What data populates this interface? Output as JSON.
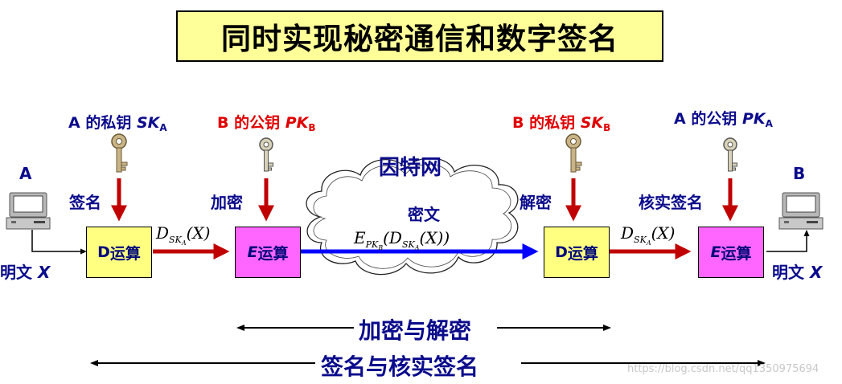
{
  "title": "同时实现秘密通信和数字签名",
  "keys": [
    {
      "prefix": "A 的私钥 ",
      "sym": "SK",
      "sub": "A"
    },
    {
      "prefix": "B 的公钥 ",
      "sym": "PK",
      "sub": "B"
    },
    {
      "prefix": "B 的私钥 ",
      "sym": "SK",
      "sub": "B"
    },
    {
      "prefix": "A 的公钥 ",
      "sym": "PK",
      "sub": "A"
    }
  ],
  "party_a": "A",
  "party_b": "B",
  "step_labels": {
    "sign": "签名",
    "encrypt": "加密",
    "decrypt": "解密",
    "verify": "核实签名"
  },
  "internet": "因特网",
  "ciphertext": "密文",
  "plaintext_left": {
    "text": "明文 ",
    "var": "X"
  },
  "plaintext_right": {
    "text": "明文 ",
    "var": "X"
  },
  "boxes": [
    {
      "letter": "D",
      "text": " 运算"
    },
    {
      "letter": "E",
      "text": " 运算"
    },
    {
      "letter": "D",
      "text": " 运算"
    },
    {
      "letter": "E",
      "text": " 运算"
    }
  ],
  "formula_1": {
    "D": "D",
    "sk": "SK",
    "a": "A",
    "x": "(X)"
  },
  "formula_2": {
    "E": "E",
    "pk": "PK",
    "b": "B",
    "d": "(D",
    "sk": "SK",
    "a": "A",
    "x": "(X))"
  },
  "formula_3": {
    "D": "D",
    "sk": "SK",
    "a": "A",
    "x": "(X)"
  },
  "range_1": "加密与解密",
  "range_2": "签名与核实签名",
  "watermark": "https://blog.csdn.net/qq1350975694",
  "colors": {
    "arrow_red": "#c00000",
    "arrow_blue": "#0000ff",
    "navy": "#0b0b8c",
    "red_text": "#e00000",
    "box_yellow": "#ffff80",
    "box_magenta": "#ff66ff"
  }
}
